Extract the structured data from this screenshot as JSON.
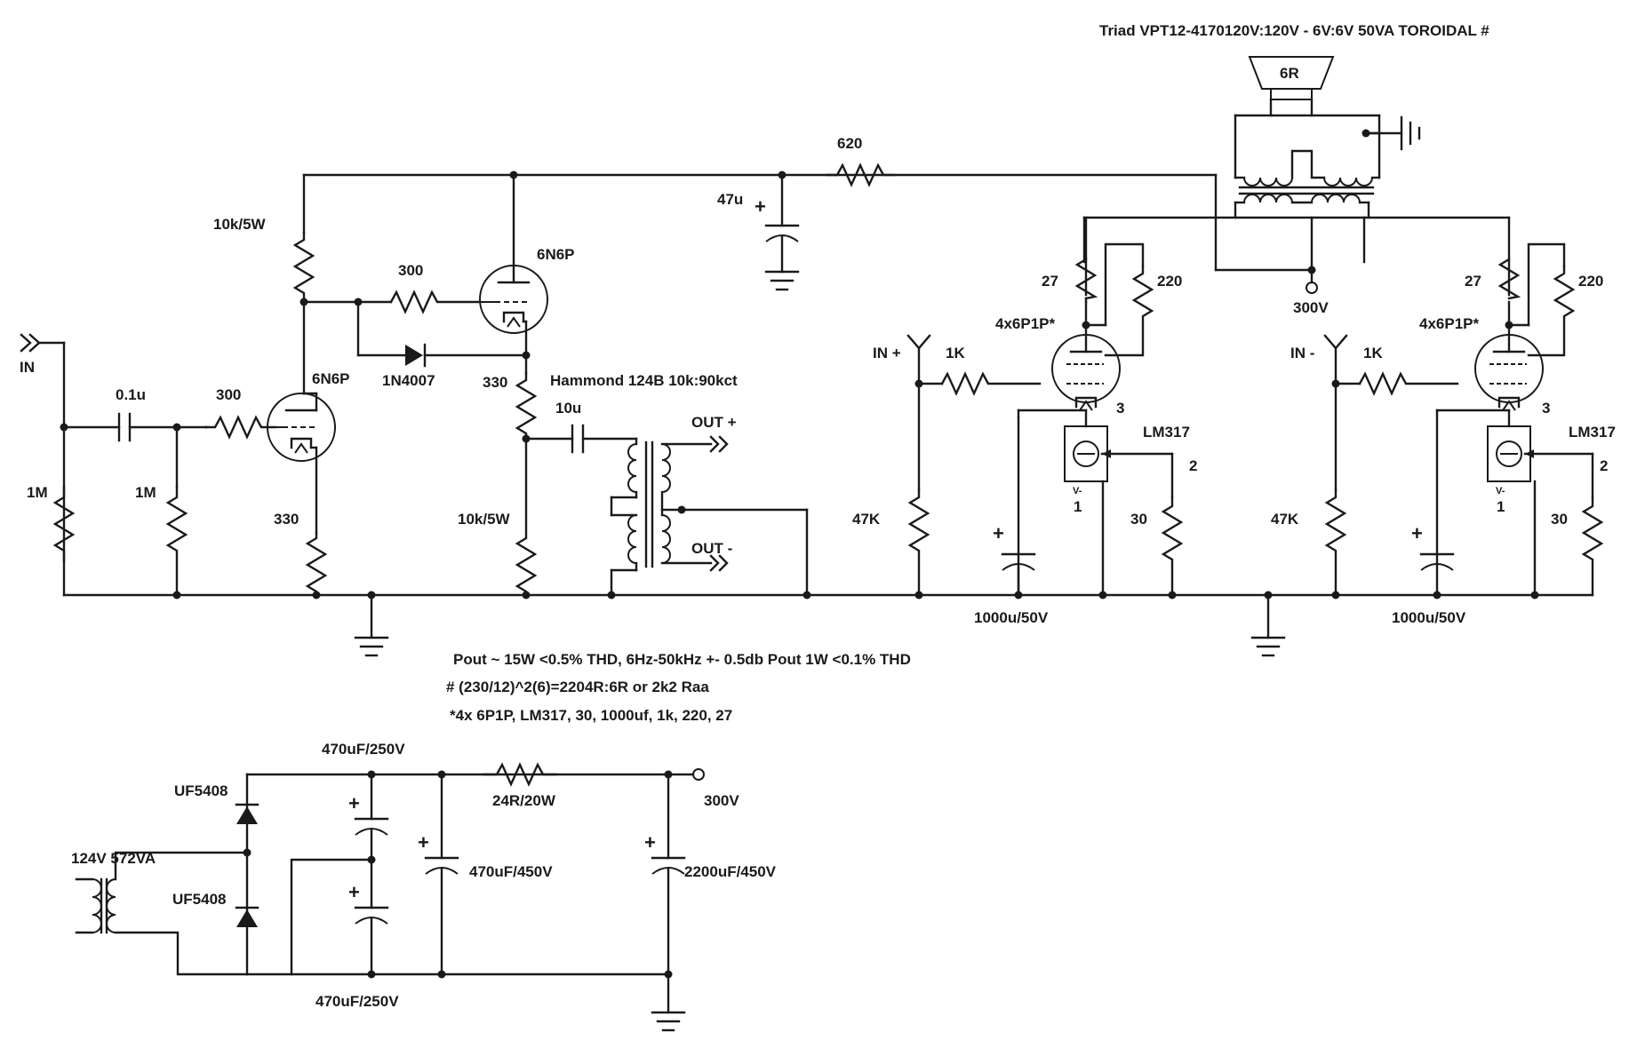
{
  "title": "Triad VPT12-4170120V:120V - 6V:6V 50VA TOROIDAL #",
  "notes": [
    "Pout ~ 15W <0.5% THD, 6Hz-50kHz +- 0.5db Pout 1W <0.1% THD",
    "# (230/12)^2(6)=2204R:6R or 2k2 Raa",
    "*4x 6P1P, LM317, 30, 1000uf, 1k, 220, 27"
  ],
  "labels": {
    "in": "IN",
    "r_in": "1M",
    "c_in": "0.1u",
    "r_grid1": "300",
    "r_leak": "1M",
    "tube1": "6N6P",
    "r_plate1": "10k/5W",
    "r_cath1": "330",
    "r_grid2": "300",
    "diode": "1N4007",
    "tube2": "6N6P",
    "r_cath2": "330",
    "c_couple": "10u",
    "xfmr_hammond": "Hammond 124B 10k:90kct",
    "out_plus": "OUT +",
    "out_minus": "OUT -",
    "r_load2": "10k/5W",
    "c_47": "47u",
    "r_620": "620",
    "speaker": "6R",
    "b_plus": "300V",
    "in_plus": "IN +",
    "in_minus": "IN -",
    "r_1k_a": "1K",
    "r_1k_b": "1K",
    "r_47k_a": "47K",
    "r_47k_b": "47K",
    "r_27_a": "27",
    "r_27_b": "27",
    "r_220_a": "220",
    "r_220_b": "220",
    "tube_out_a": "4x6P1P*",
    "tube_out_b": "4x6P1P*",
    "reg_a": "LM317",
    "reg_b": "LM317",
    "reg_vminus": "V-",
    "pin1": "1",
    "pin2": "2",
    "pin3": "3",
    "r_30_a": "30",
    "r_30_b": "30",
    "c_1000_a": "1000u/50V",
    "c_1000_b": "1000u/50V",
    "ps_xfmr": "124V 572VA",
    "ps_d1": "UF5408",
    "ps_d2": "UF5408",
    "ps_c_top": "470uF/250V",
    "ps_c_bot": "470uF/250V",
    "ps_c450": "470uF/450V",
    "ps_r": "24R/20W",
    "ps_c2200": "2200uF/450V",
    "ps_out": "300V",
    "plus_sign": "+"
  }
}
